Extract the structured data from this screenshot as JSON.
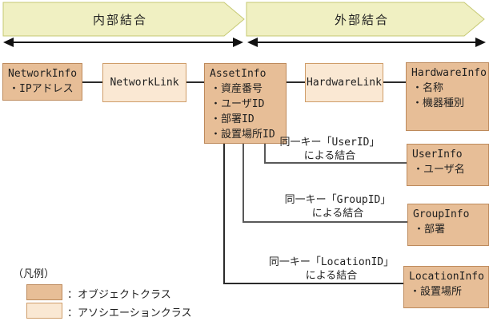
{
  "banners": {
    "inner_label": "内部結合",
    "outer_label": "外部結合"
  },
  "boxes": {
    "network_info": {
      "title": "NetworkInfo",
      "attrs": [
        "・IPアドレス"
      ]
    },
    "network_link": {
      "title": "NetworkLink"
    },
    "asset_info": {
      "title": "AssetInfo",
      "attrs": [
        "・資産番号",
        "・ユーザID",
        "・部署ID",
        "・設置場所ID"
      ]
    },
    "hardware_link": {
      "title": "HardwareLink"
    },
    "hardware_info": {
      "title": "HardwareInfo",
      "attrs": [
        "・名称",
        "・機器種別"
      ]
    },
    "user_info": {
      "title": "UserInfo",
      "attrs": [
        "・ユーザ名"
      ]
    },
    "group_info": {
      "title": "GroupInfo",
      "attrs": [
        "・部署"
      ]
    },
    "location_info": {
      "title": "LocationInfo",
      "attrs": [
        "・設置場所"
      ]
    }
  },
  "joins": {
    "user": {
      "line1": "同一キー「UserID」",
      "line2": "による結合"
    },
    "group": {
      "line1": "同一キー「GroupID」",
      "line2": "による結合"
    },
    "location": {
      "line1": "同一キー「LocationID」",
      "line2": "による結合"
    }
  },
  "legend": {
    "title": "（凡例）",
    "object_class_label": "：オブジェクトクラス",
    "association_class_label": "：アソシエーションクラス"
  },
  "colors": {
    "object_class_fill": "#e7be97",
    "object_class_border": "#bd8a5c",
    "association_class_fill": "#fae8d3",
    "association_class_border": "#cf9d69",
    "banner_fill": "#f0f0c2",
    "banner_border": "#c6c973",
    "connector_gray": "#595959",
    "connector_dark": "#2b2b2b"
  }
}
